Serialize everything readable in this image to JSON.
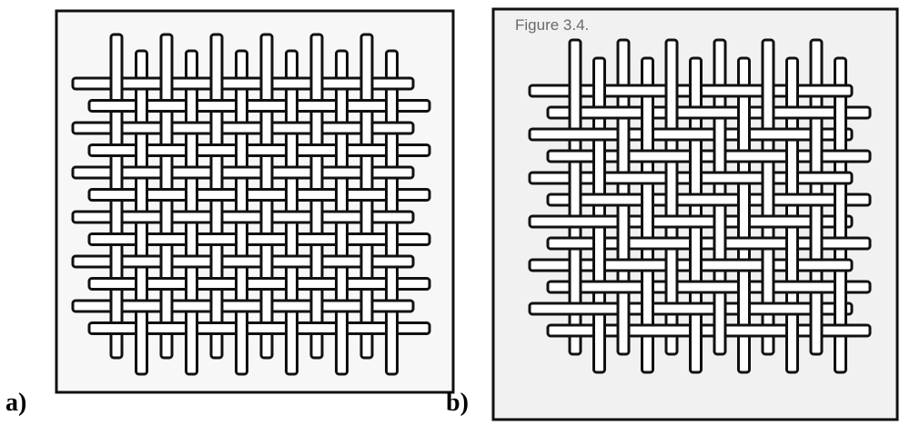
{
  "figure": {
    "panels": [
      {
        "id": "a",
        "label": "a)",
        "weave": "plain",
        "warp_count": 12,
        "weft_count": 12,
        "float": 1
      },
      {
        "id": "b",
        "label": "b)",
        "weave": "twill",
        "warp_count": 12,
        "weft_count": 12,
        "float": 2,
        "page_text": "Figure 3.4."
      }
    ]
  },
  "colors": {
    "ink": "#111111",
    "yarn_fill": "#ffffff",
    "paper_a": "#f7f7f7",
    "paper_b": "#f1f1f1"
  }
}
